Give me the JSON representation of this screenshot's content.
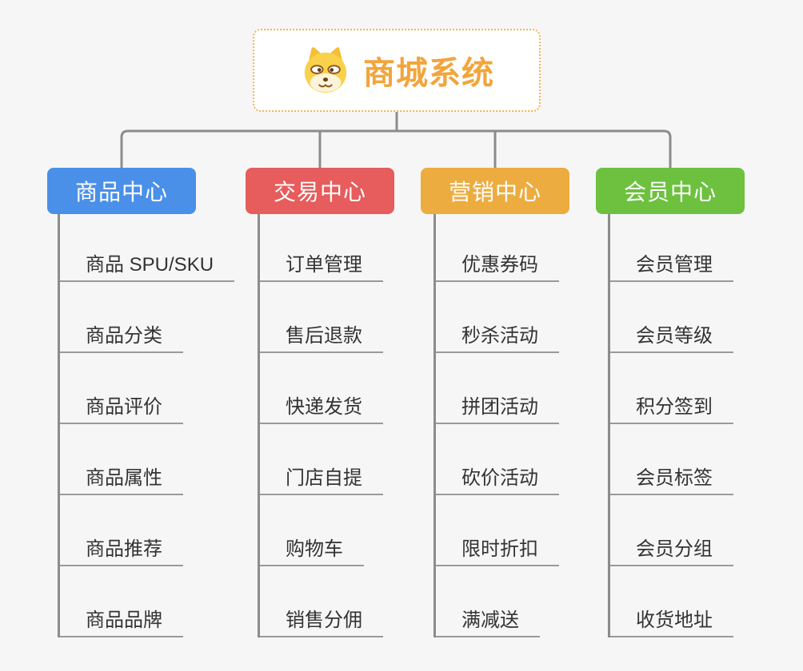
{
  "root": {
    "title": "商城系统",
    "icon": "shiba-dog-icon"
  },
  "branches": [
    {
      "label": "商品中心",
      "color": "#4A90E8",
      "children": [
        "商品 SPU/SKU",
        "商品分类",
        "商品评价",
        "商品属性",
        "商品推荐",
        "商品品牌"
      ]
    },
    {
      "label": "交易中心",
      "color": "#E75C5C",
      "children": [
        "订单管理",
        "售后退款",
        "快递发货",
        "门店自提",
        "购物车",
        "销售分佣"
      ]
    },
    {
      "label": "营销中心",
      "color": "#ECAC3F",
      "children": [
        "优惠券码",
        "秒杀活动",
        "拼团活动",
        "砍价活动",
        "限时折扣",
        "满减送"
      ]
    },
    {
      "label": "会员中心",
      "color": "#6DC13F",
      "children": [
        "会员管理",
        "会员等级",
        "积分签到",
        "会员标签",
        "会员分组",
        "收货地址"
      ]
    }
  ],
  "colors": {
    "background": "#F6F6F6",
    "root_accent": "#F2A53C",
    "root_border": "#F6B44F",
    "connector": "#8C8C8C",
    "leaf_underline": "#9A9A9A",
    "leaf_text": "#333333"
  }
}
